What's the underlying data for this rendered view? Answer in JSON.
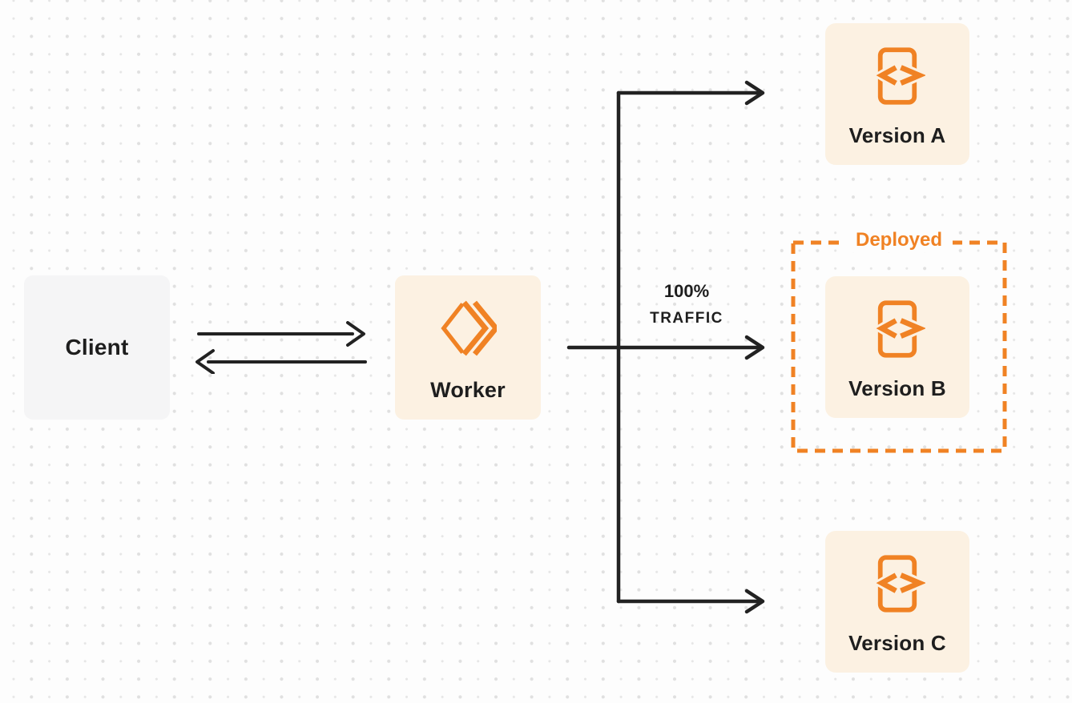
{
  "diagram": {
    "type": "worker-traffic-routing-diagram",
    "nodes": {
      "client": {
        "label": "Client"
      },
      "worker": {
        "label": "Worker"
      },
      "version_a": {
        "label": "Version A"
      },
      "version_b": {
        "label": "Version B"
      },
      "version_c": {
        "label": "Version C"
      }
    },
    "annotations": {
      "deployed_label": "Deployed",
      "traffic_percent": "100%",
      "traffic_word": "TRAFFIC"
    },
    "edges": [
      {
        "from": "Client",
        "to": "Worker",
        "style": "arrow-right"
      },
      {
        "from": "Worker",
        "to": "Client",
        "style": "arrow-left"
      },
      {
        "from": "Worker",
        "to": "Version A",
        "style": "arrow"
      },
      {
        "from": "Worker",
        "to": "Version B",
        "style": "arrow",
        "label": "100% TRAFFIC"
      },
      {
        "from": "Worker",
        "to": "Version C",
        "style": "arrow"
      }
    ],
    "icons": {
      "worker_icon": "cloudflare-workers-logo",
      "version_icon": "file-code-icon"
    },
    "colors": {
      "background": "#FDFDFD",
      "dot_grid": "#E0E0E0",
      "accent_orange": "#F08224",
      "box_cream": "#FCF1E2",
      "box_gray": "#F5F5F6",
      "arrow_line": "#222222",
      "text": "#1E1E1E"
    }
  }
}
